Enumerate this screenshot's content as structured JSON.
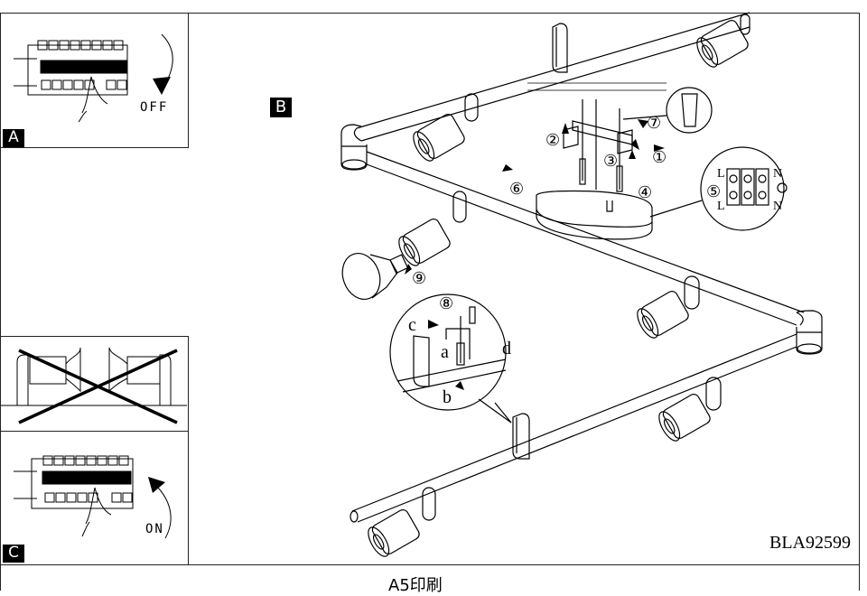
{
  "document": {
    "model_code": "BLA92599",
    "footer_text": "A5印刷"
  },
  "panels": {
    "a": {
      "tag": "A",
      "switch_state": "OFF"
    },
    "b": {
      "tag": "B"
    },
    "c": {
      "tag": "C",
      "switch_state": "ON"
    }
  },
  "steps": {
    "s1": "①",
    "s2": "②",
    "s3": "③",
    "s4": "④",
    "s5": "⑤",
    "s6": "⑥",
    "s7": "⑦",
    "s8": "⑧",
    "s9": "⑨"
  },
  "detail_clamp": {
    "a": "a",
    "b": "b",
    "c": "c",
    "d": "d"
  },
  "detail_terminal": {
    "l_top": "L",
    "l_bottom": "L",
    "n_top": "N",
    "n_bottom": "N"
  },
  "colors": {
    "line": "#000000",
    "background": "#ffffff"
  }
}
